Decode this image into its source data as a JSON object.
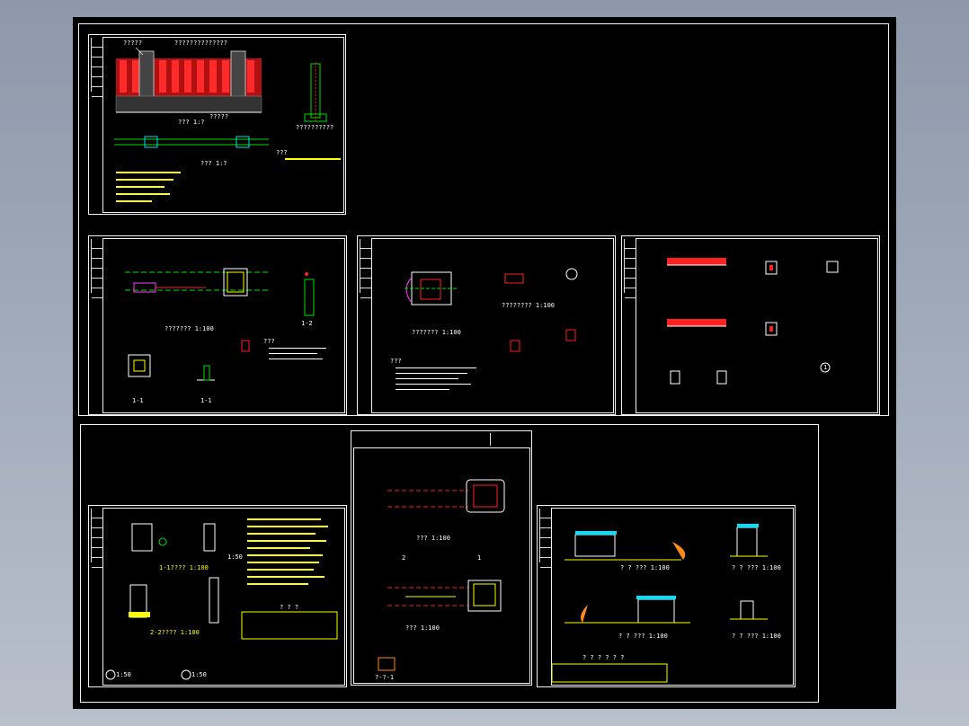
{
  "drawings": {
    "s1": {
      "title_left": "??? 1:?",
      "title_right": "??? 1:?",
      "label_top": "??????????????",
      "label_corner": "?????",
      "label_bottom": "?????",
      "section_label": "??????????",
      "note_head": "???"
    },
    "s2": {
      "plan_title": "??????? 1:100",
      "sec_a": "1-1",
      "sec_b": "1-1",
      "sec_c": "1-2",
      "note_head": "???"
    },
    "s3": {
      "plan_title": "??????? 1:100",
      "plan_title2": "???????? 1:100",
      "note_head": "???"
    },
    "s4": {
      "detail_num": "1"
    },
    "s5": {
      "title1": "1-1???? 1:100",
      "title2": "2-2???? 1:100",
      "scale1": "1:50",
      "scale2": "1:50",
      "scale3": "1:50",
      "table_head": "? ? ?"
    },
    "s6": {
      "title1": "??? 1:100",
      "title2": "??? 1:100",
      "stamp": "?-?-1",
      "mark1": "1",
      "mark2": "2"
    },
    "s7": {
      "title1": "? ? ??? 1:100",
      "title2": "? ? ??? 1:100",
      "title3": "? ? ??? 1:100",
      "title4": "? ? ??? 1:100",
      "table_head": "? ? ? ? ? ?"
    }
  },
  "colors": {
    "bg": "#000000",
    "line": "#f2f2f2",
    "red": "#ff2020",
    "yellow": "#ffff00",
    "green": "#00e000",
    "cyan": "#00e0ff",
    "magenta": "#ff40ff",
    "orange": "#ff8c1a"
  }
}
